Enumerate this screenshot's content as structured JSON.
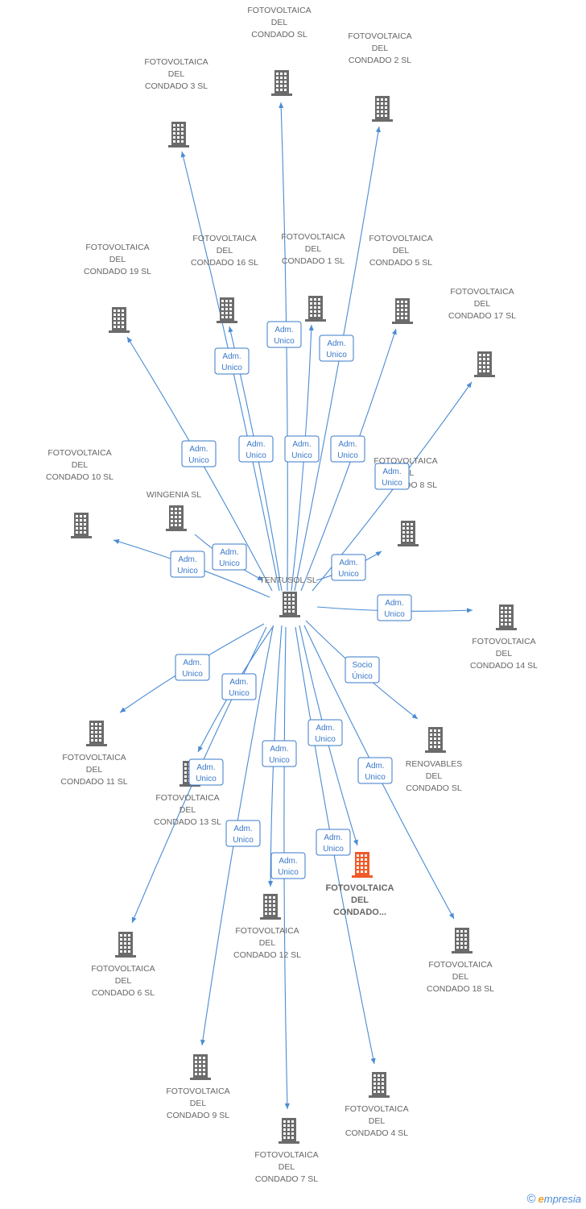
{
  "colors": {
    "edge": "#4a8bd4",
    "label_border": "#3a78c9",
    "node_default": "#6b6b6b",
    "node_highlight": "#f05a28"
  },
  "center": {
    "id": "tentusol",
    "name": "TENTUSOL SL"
  },
  "nodes": [
    {
      "id": "n-sl",
      "lines": [
        "FOTOVOLTAICA",
        "DEL",
        "CONDADO SL"
      ]
    },
    {
      "id": "n-2",
      "lines": [
        "FOTOVOLTAICA",
        "DEL",
        "CONDADO 2 SL"
      ]
    },
    {
      "id": "n-3",
      "lines": [
        "FOTOVOLTAICA",
        "DEL",
        "CONDADO 3 SL"
      ]
    },
    {
      "id": "n-19",
      "lines": [
        "FOTOVOLTAICA",
        "DEL",
        "CONDADO 19 SL"
      ]
    },
    {
      "id": "n-16",
      "lines": [
        "FOTOVOLTAICA",
        "DEL",
        "CONDADO 16 SL"
      ]
    },
    {
      "id": "n-1",
      "lines": [
        "FOTOVOLTAICA",
        "DEL",
        "CONDADO 1 SL"
      ]
    },
    {
      "id": "n-5",
      "lines": [
        "FOTOVOLTAICA",
        "DEL",
        "CONDADO 5 SL"
      ]
    },
    {
      "id": "n-17",
      "lines": [
        "FOTOVOLTAICA",
        "DEL",
        "CONDADO 17 SL"
      ]
    },
    {
      "id": "n-10",
      "lines": [
        "FOTOVOLTAICA",
        "DEL",
        "CONDADO 10 SL"
      ]
    },
    {
      "id": "n-wg",
      "lines": [
        "WINGENIA SL"
      ]
    },
    {
      "id": "n-8",
      "lines": [
        "FOTOVOLTAICA",
        "DEL",
        "CONDADO 8 SL"
      ]
    },
    {
      "id": "n-14",
      "lines": [
        "FOTOVOLTAICA",
        "DEL",
        "CONDADO 14 SL"
      ]
    },
    {
      "id": "n-11",
      "lines": [
        "FOTOVOLTAICA",
        "DEL",
        "CONDADO 11 SL"
      ]
    },
    {
      "id": "n-13",
      "lines": [
        "FOTOVOLTAICA",
        "DEL",
        "CONDADO 13 SL"
      ]
    },
    {
      "id": "n-ren",
      "lines": [
        "RENOVABLES",
        "DEL",
        "CONDADO SL"
      ]
    },
    {
      "id": "n-hl",
      "lines": [
        "FOTOVOLTAICA",
        "DEL",
        "CONDADO..."
      ],
      "highlight": true
    },
    {
      "id": "n-12",
      "lines": [
        "FOTOVOLTAICA",
        "DEL",
        "CONDADO 12 SL"
      ]
    },
    {
      "id": "n-6",
      "lines": [
        "FOTOVOLTAICA",
        "DEL",
        "CONDADO 6 SL"
      ]
    },
    {
      "id": "n-18",
      "lines": [
        "FOTOVOLTAICA",
        "DEL",
        "CONDADO 18 SL"
      ]
    },
    {
      "id": "n-9",
      "lines": [
        "FOTOVOLTAICA",
        "DEL",
        "CONDADO 9 SL"
      ]
    },
    {
      "id": "n-4",
      "lines": [
        "FOTOVOLTAICA",
        "DEL",
        "CONDADO 4 SL"
      ]
    },
    {
      "id": "n-7",
      "lines": [
        "FOTOVOLTAICA",
        "DEL",
        "CONDADO 7 SL"
      ]
    }
  ],
  "edges": [
    {
      "to": "n-sl",
      "role": [
        "Adm.",
        "Unico"
      ]
    },
    {
      "to": "n-2",
      "role": [
        "Adm.",
        "Unico"
      ]
    },
    {
      "to": "n-3",
      "role": [
        "Adm.",
        "Unico"
      ]
    },
    {
      "to": "n-19",
      "role": [
        "Adm.",
        "Unico"
      ]
    },
    {
      "to": "n-16",
      "role": [
        "Adm.",
        "Unico"
      ]
    },
    {
      "to": "n-1",
      "role": [
        "Adm.",
        "Unico"
      ]
    },
    {
      "to": "n-5",
      "role": [
        "Adm.",
        "Unico"
      ]
    },
    {
      "to": "n-17",
      "role": [
        "Adm.",
        "Unico"
      ]
    },
    {
      "to": "n-10",
      "role": [
        "Adm.",
        "Unico"
      ]
    },
    {
      "from": "n-wg",
      "to": "tentusol",
      "role": [
        "Adm.",
        "Unico"
      ]
    },
    {
      "to": "n-8",
      "role": [
        "Adm.",
        "Unico"
      ]
    },
    {
      "to": "n-14",
      "role": [
        "Adm.",
        "Unico"
      ]
    },
    {
      "to": "n-11",
      "role": [
        "Adm.",
        "Unico"
      ]
    },
    {
      "to": "n-13",
      "role": [
        "Adm.",
        "Unico"
      ]
    },
    {
      "to": "n-ren",
      "role": [
        "Socio",
        "Único"
      ]
    },
    {
      "to": "n-hl",
      "role": [
        "Adm.",
        "Unico"
      ]
    },
    {
      "to": "n-12",
      "role": [
        "Adm.",
        "Unico"
      ]
    },
    {
      "to": "n-6",
      "role": [
        "Adm.",
        "Unico"
      ]
    },
    {
      "to": "n-18",
      "role": [
        "Adm.",
        "Unico"
      ]
    },
    {
      "to": "n-9",
      "role": [
        "Adm.",
        "Unico"
      ]
    },
    {
      "to": "n-4",
      "role": [
        "Adm.",
        "Unico"
      ]
    },
    {
      "to": "n-7",
      "role": [
        "Adm.",
        "Unico"
      ]
    }
  ],
  "footer": {
    "copyright": "©",
    "brand_initial": "e",
    "brand_rest": "mpresia"
  }
}
